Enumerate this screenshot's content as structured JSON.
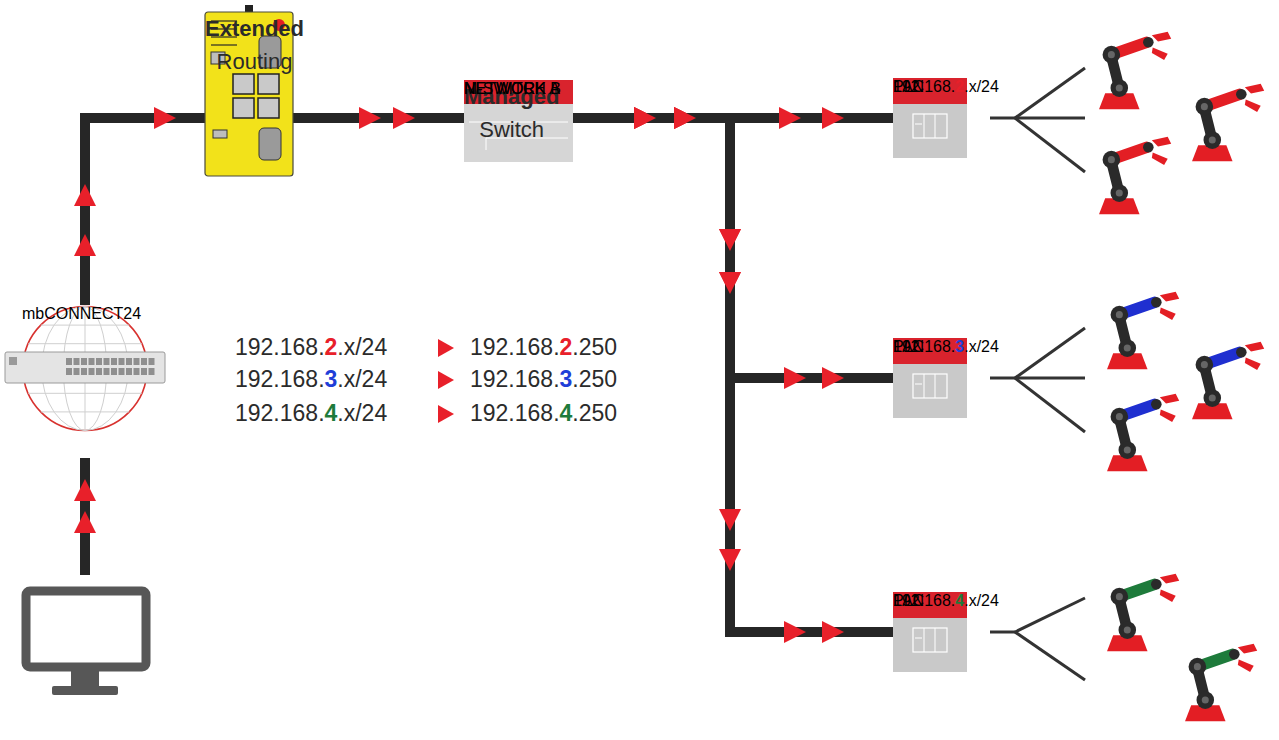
{
  "diagram": {
    "nodes": [
      {
        "text": [
          "mbCONNECT24"
        ]
      },
      {
        "text": [
          "Extended Routing"
        ]
      },
      {
        "text": [
          "Managed Switch",
          "M-SWITCH",
          "NETWORK A",
          "NETWORK B"
        ]
      },
      {
        "text": [
          "PLC",
          "LAN",
          "192.168.2.x/24"
        ]
      },
      {
        "text": [
          "PLC",
          "LAN",
          "192.168.3.x/24"
        ]
      },
      {
        "text": [
          "PLC",
          "LAN",
          "192.168.4.x/24"
        ]
      }
    ],
    "edges": [
      {
        "from": 0,
        "to": 1,
        "arrow": "to"
      },
      {
        "from": 1,
        "to": 2,
        "arrow": "to"
      },
      {
        "from": 2,
        "to": 3,
        "arrow": "to"
      },
      {
        "from": 2,
        "to": 4,
        "arrow": "to"
      },
      {
        "from": 2,
        "to": 5,
        "arrow": "to"
      }
    ],
    "labels": [
      "192.168.2.x/24",
      "192.168.2.250",
      "192.168.3.x/24",
      "192.168.3.250",
      "192.168.4.x/24",
      "192.168.4.250"
    ]
  }
}
